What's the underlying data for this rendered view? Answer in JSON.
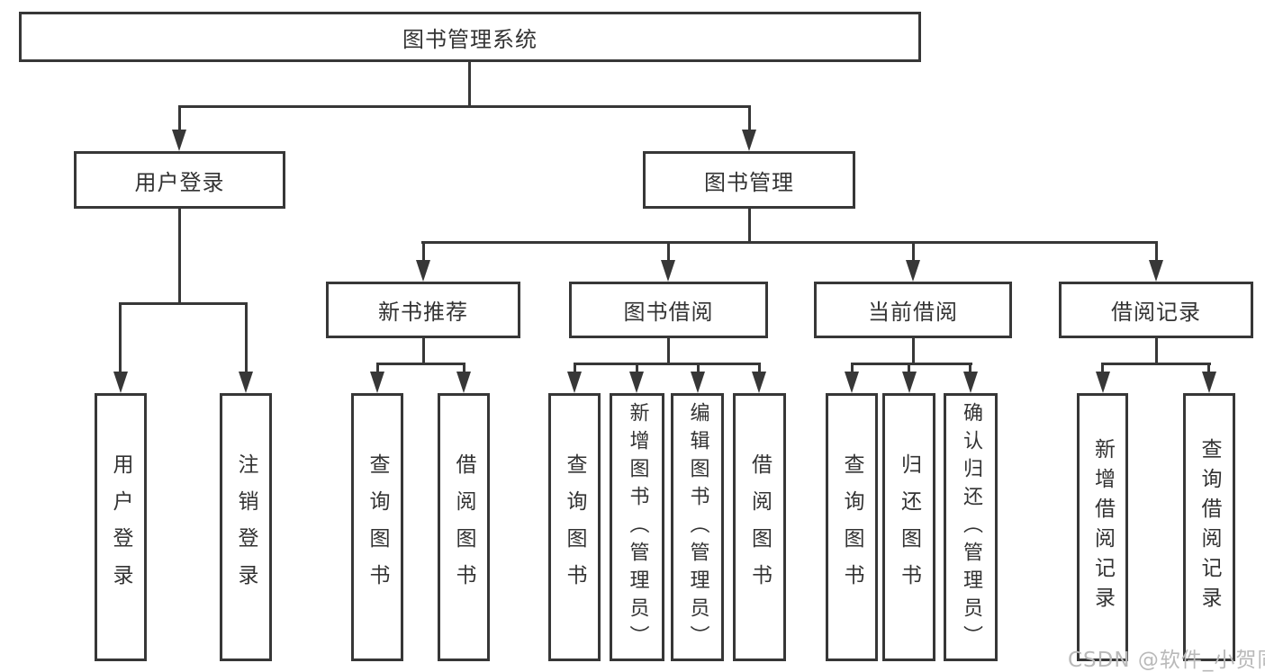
{
  "tree": {
    "root": "图书管理系统",
    "login": {
      "label": "用户登录",
      "children": [
        "用户登录",
        "注销登录"
      ]
    },
    "management": {
      "label": "图书管理",
      "groups": [
        {
          "label": "新书推荐",
          "children": [
            "查询图书",
            "借阅图书"
          ]
        },
        {
          "label": "图书借阅",
          "children": [
            "查询图书",
            "新增图书（管理员）",
            "编辑图书（管理员）",
            "借阅图书"
          ]
        },
        {
          "label": "当前借阅",
          "children": [
            "查询图书",
            "归还图书",
            "确认归还（管理员）"
          ]
        },
        {
          "label": "借阅记录",
          "children": [
            "新增借阅记录",
            "查询借阅记录"
          ]
        }
      ]
    }
  },
  "watermark": "CSDN @软件_小贺同学",
  "colors": {
    "line": "#373737",
    "text": "#333333",
    "watermark": "#b9b9b9",
    "background": "#ffffff"
  }
}
